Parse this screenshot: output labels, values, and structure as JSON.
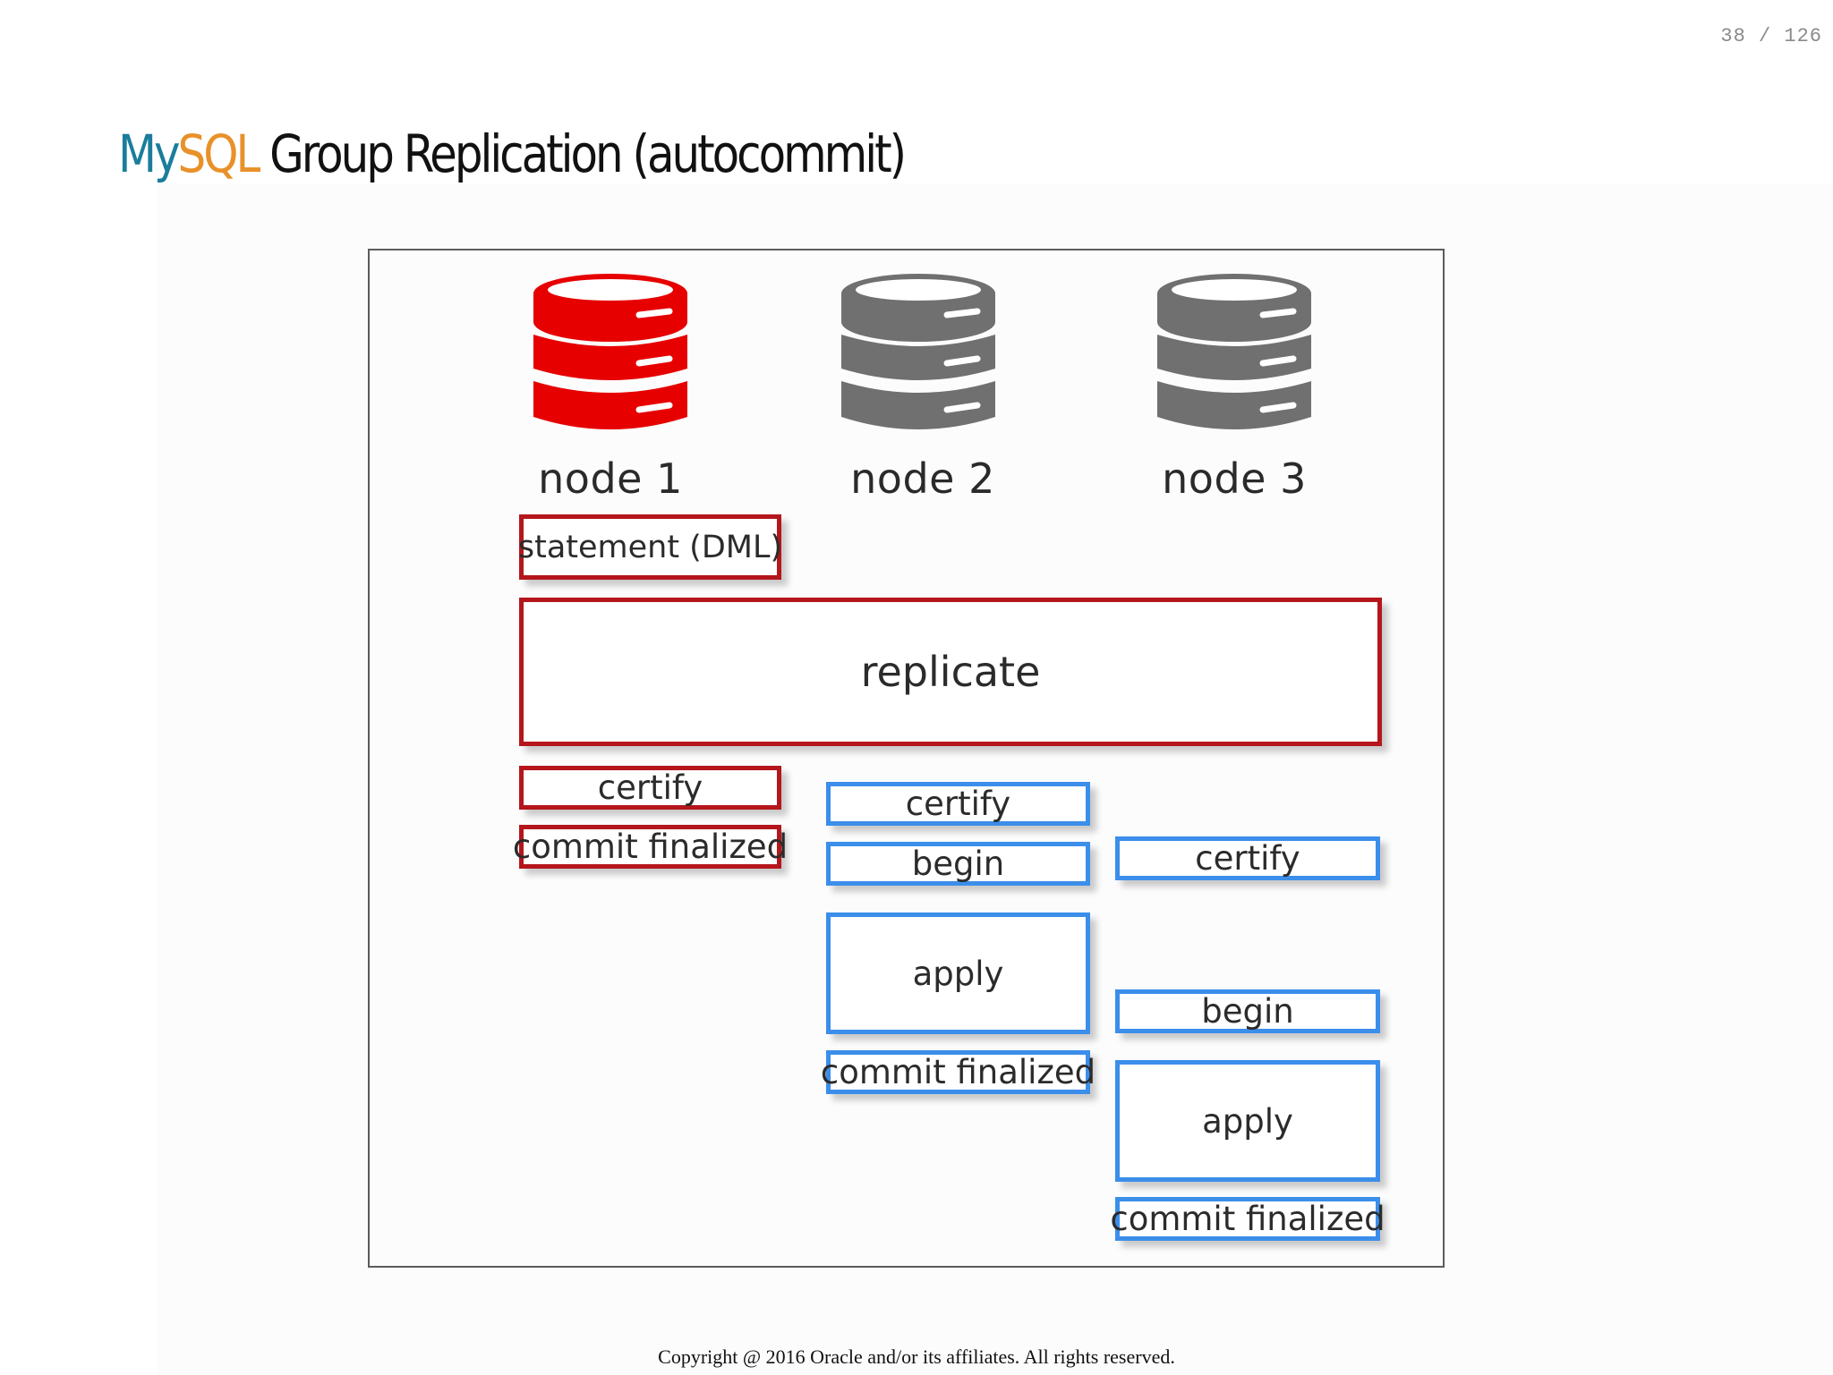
{
  "page_counter": "38 / 126",
  "title": {
    "my": "My",
    "sql": "SQL",
    "rest": " Group Replication (autocommit)"
  },
  "colors": {
    "mysql_blue": "#1b7d9c",
    "mysql_orange": "#e8912a",
    "active_node": "#e60000",
    "idle_node": "#707070",
    "red_box_border": "#b4161c",
    "blue_box_border": "#3b8eea"
  },
  "diagram": {
    "nodes": [
      {
        "label": "node 1",
        "icon": "database-icon",
        "color": "#e60000"
      },
      {
        "label": "node 2",
        "icon": "database-icon",
        "color": "#707070"
      },
      {
        "label": "node 3",
        "icon": "database-icon",
        "color": "#707070"
      }
    ],
    "node1": {
      "statement": "statement (DML)",
      "certify": "certify",
      "commit": "commit finalized"
    },
    "replicate": "replicate",
    "node2": {
      "certify": "certify",
      "begin": "begin",
      "apply": "apply",
      "commit": "commit finalized"
    },
    "node3": {
      "certify": "certify",
      "begin": "begin",
      "apply": "apply",
      "commit": "commit finalized"
    }
  },
  "footer": {
    "copyright": "Copyright @ 2016 Oracle and/or its affiliates. All rights reserved."
  }
}
